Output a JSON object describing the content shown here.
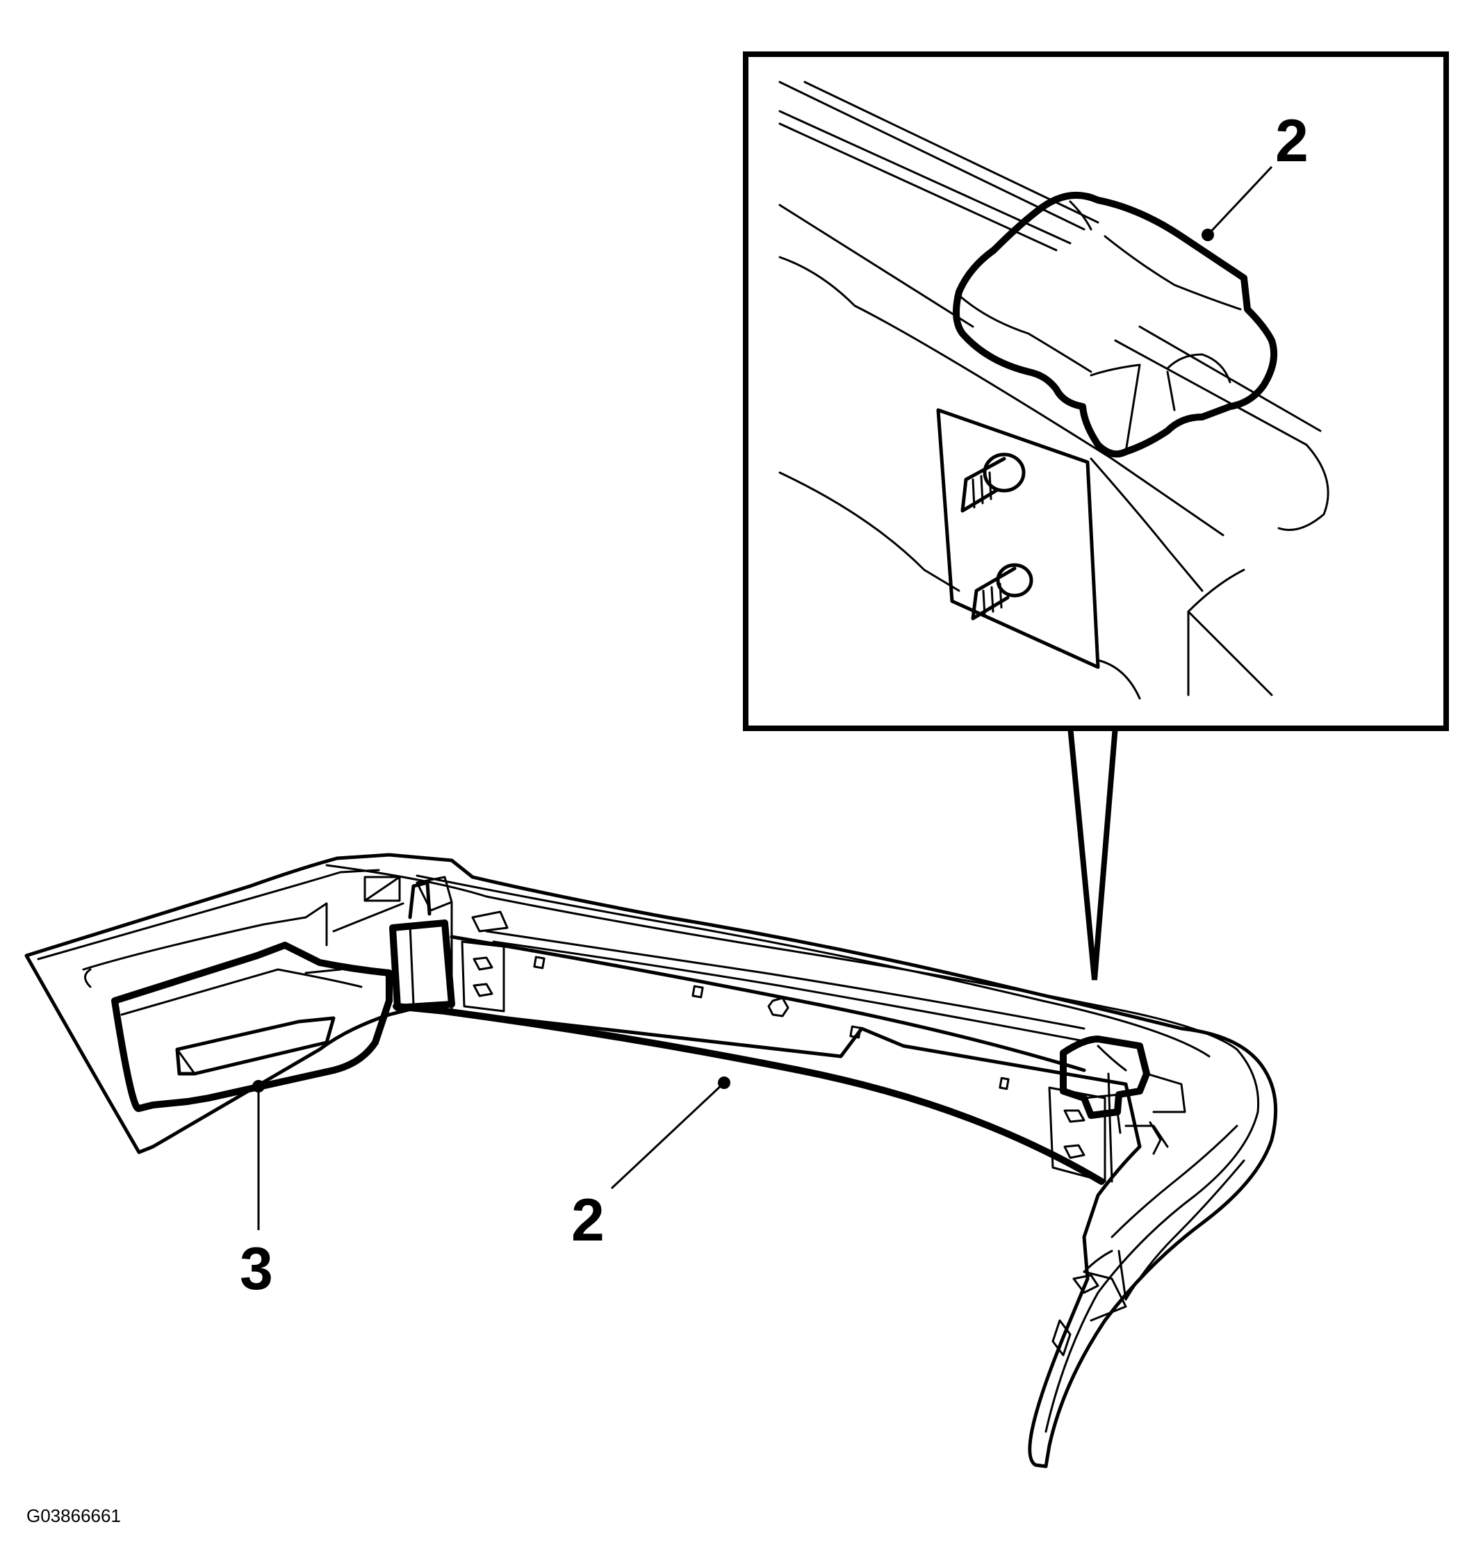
{
  "callouts": {
    "inset_label": "2",
    "bumper_label_2": "2",
    "bumper_label_3": "3"
  },
  "figure_id": "G03866661"
}
